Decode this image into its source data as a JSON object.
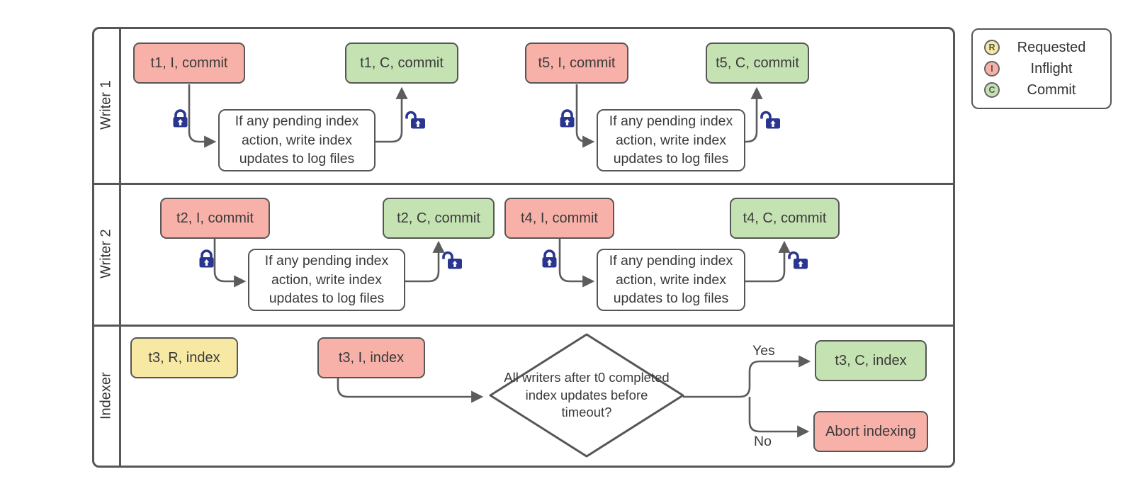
{
  "colors": {
    "inflight_fill": "#F8B1A8",
    "commit_fill": "#C5E2B3",
    "requested_fill": "#F7E9A4",
    "shape_border": "#565656",
    "connector": "#5C5C5C",
    "lock_blue": "#2A3590"
  },
  "lanes": [
    {
      "label": "Writer 1"
    },
    {
      "label": "Writer 2"
    },
    {
      "label": "Indexer"
    }
  ],
  "legend": {
    "items": [
      {
        "letter": "R",
        "label": "Requested"
      },
      {
        "letter": "I",
        "label": "Inflight"
      },
      {
        "letter": "C",
        "label": "Commit"
      }
    ]
  },
  "writer1": {
    "group1": {
      "inflight": "t1, I, commit",
      "process": "If any pending index action, write index updates to log files",
      "commit": "t1, C, commit"
    },
    "group2": {
      "inflight": "t5, I, commit",
      "process": "If any pending index action, write index updates to log files",
      "commit": "t5, C, commit"
    }
  },
  "writer2": {
    "group1": {
      "inflight": "t2, I, commit",
      "process": "If any pending index action, write index updates to log files",
      "commit": "t2, C, commit"
    },
    "group2": {
      "inflight": "t4, I, commit",
      "process": "If any pending index action, write index updates to log files",
      "commit": "t4, C, commit"
    }
  },
  "indexer": {
    "requested": "t3, R, index",
    "inflight": "t3, I, index",
    "decision": "All writers after t0 completed index updates before timeout?",
    "yes_label": "Yes",
    "no_label": "No",
    "commit": "t3, C, index",
    "abort": "Abort indexing"
  }
}
